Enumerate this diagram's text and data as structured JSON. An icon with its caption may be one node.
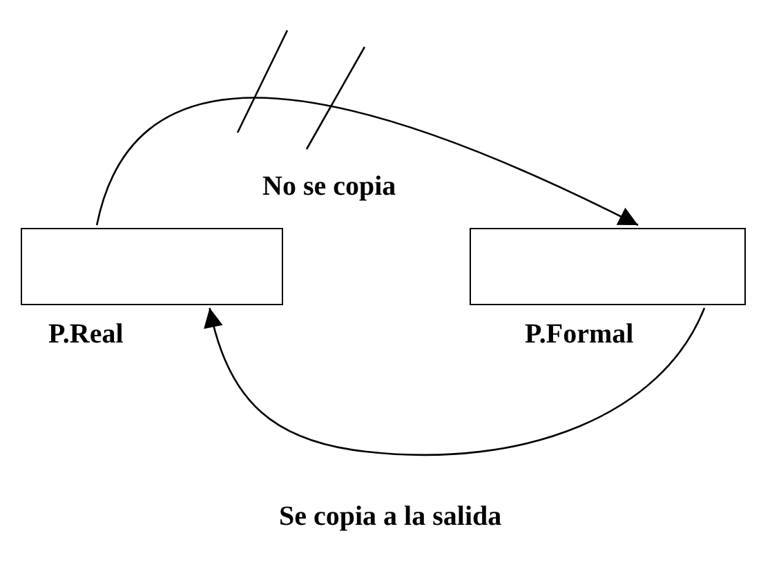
{
  "diagram": {
    "nodes": [
      {
        "text": [],
        "shape": "box",
        "beside": [
          "P.Real"
        ]
      },
      {
        "text": [],
        "shape": "box",
        "beside": [
          "P.Formal"
        ]
      }
    ],
    "edges": [
      {
        "from": 0,
        "to": 1,
        "arrow": "to",
        "label": "No se copia"
      },
      {
        "from": 1,
        "to": 0,
        "arrow": "to",
        "label": "Se copia a la salida"
      }
    ]
  }
}
